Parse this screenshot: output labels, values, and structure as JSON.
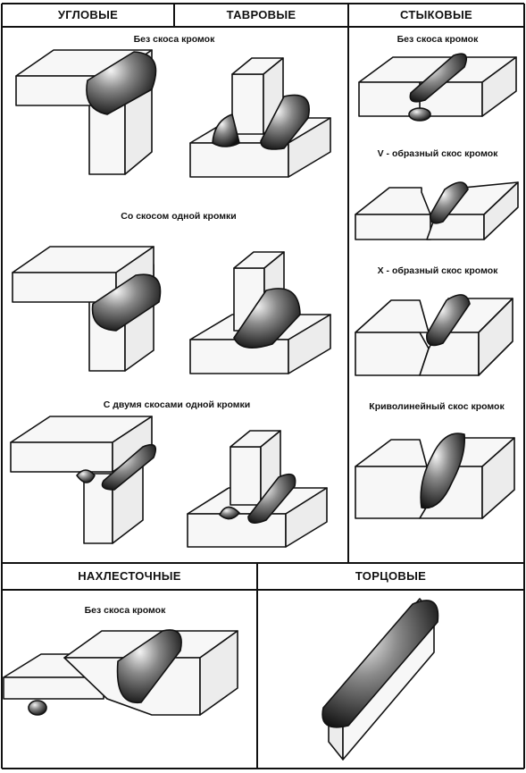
{
  "headers": {
    "corner": "УГЛОВЫЕ",
    "tee": "ТАВРОВЫЕ",
    "butt": "СТЫКОВЫЕ",
    "lap": "НАХЛЕСТОЧНЫЕ",
    "edge": "ТОРЦОВЫЕ"
  },
  "captions": {
    "no_bevel_top": "Без скоса кромок",
    "single_bevel": "Со скосом одной кромки",
    "double_bevel": "С двумя скосами одной кромки",
    "butt_no_bevel": "Без скоса кромок",
    "butt_v": "V - образный скос кромок",
    "butt_x": "X -  образный скос кромок",
    "butt_curved": "Криволинейный скос кромок",
    "lap_no_bevel": "Без скоса кромок"
  }
}
